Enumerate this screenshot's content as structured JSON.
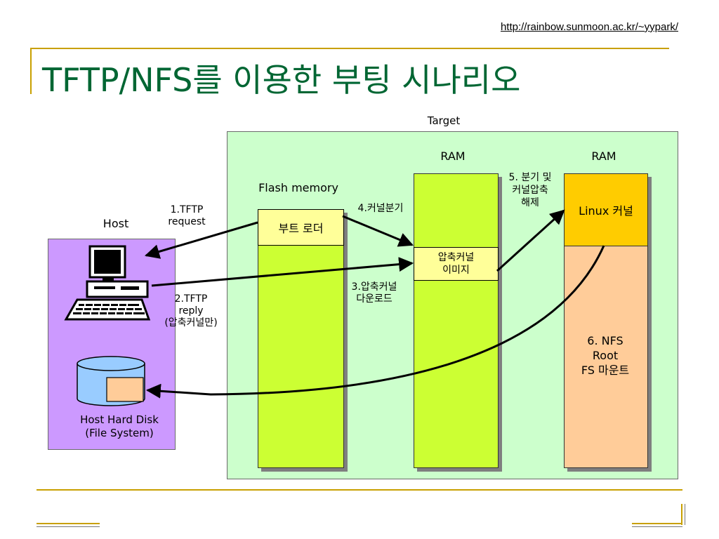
{
  "header": {
    "url": "http://rainbow.sunmoon.ac.kr/~yypark/",
    "title": "TFTP/NFS를 이용한 부팅 시나리오"
  },
  "target": {
    "label": "Target"
  },
  "host": {
    "label": "Host",
    "disk_label_line1": "Host Hard Disk",
    "disk_label_line2": "(File System)"
  },
  "flash": {
    "label": "Flash memory",
    "boot_loader": "부트 로더"
  },
  "ram1": {
    "label": "RAM",
    "image_line1": "압축커널",
    "image_line2": "이미지"
  },
  "ram2": {
    "label": "RAM",
    "kernel": "Linux 커널",
    "nfs_line1": "6. NFS",
    "nfs_line2": "Root",
    "nfs_line3": "FS 마운트"
  },
  "steps": {
    "s1_line1": "1.TFTP",
    "s1_line2": "request",
    "s2_line1": "2.TFTP",
    "s2_line2": "reply",
    "s2_line3": "(압축커널만)",
    "s3_line1": "3.압축커널",
    "s3_line2": "다운로드",
    "s4": "4.커널분기",
    "s5_line1": "5. 분기 및",
    "s5_line2": "커널압축",
    "s5_line3": "해제"
  },
  "colors": {
    "title": "#006633",
    "accent_line": "#c8a000",
    "target_bg": "#ccffcc",
    "host_bg": "#cc99ff",
    "memory_bar": "#ccff33",
    "label_box": "#ffff99",
    "kernel_box": "#ffcc00",
    "nfs_box": "#ffcc99",
    "disk": "#99ccff"
  }
}
